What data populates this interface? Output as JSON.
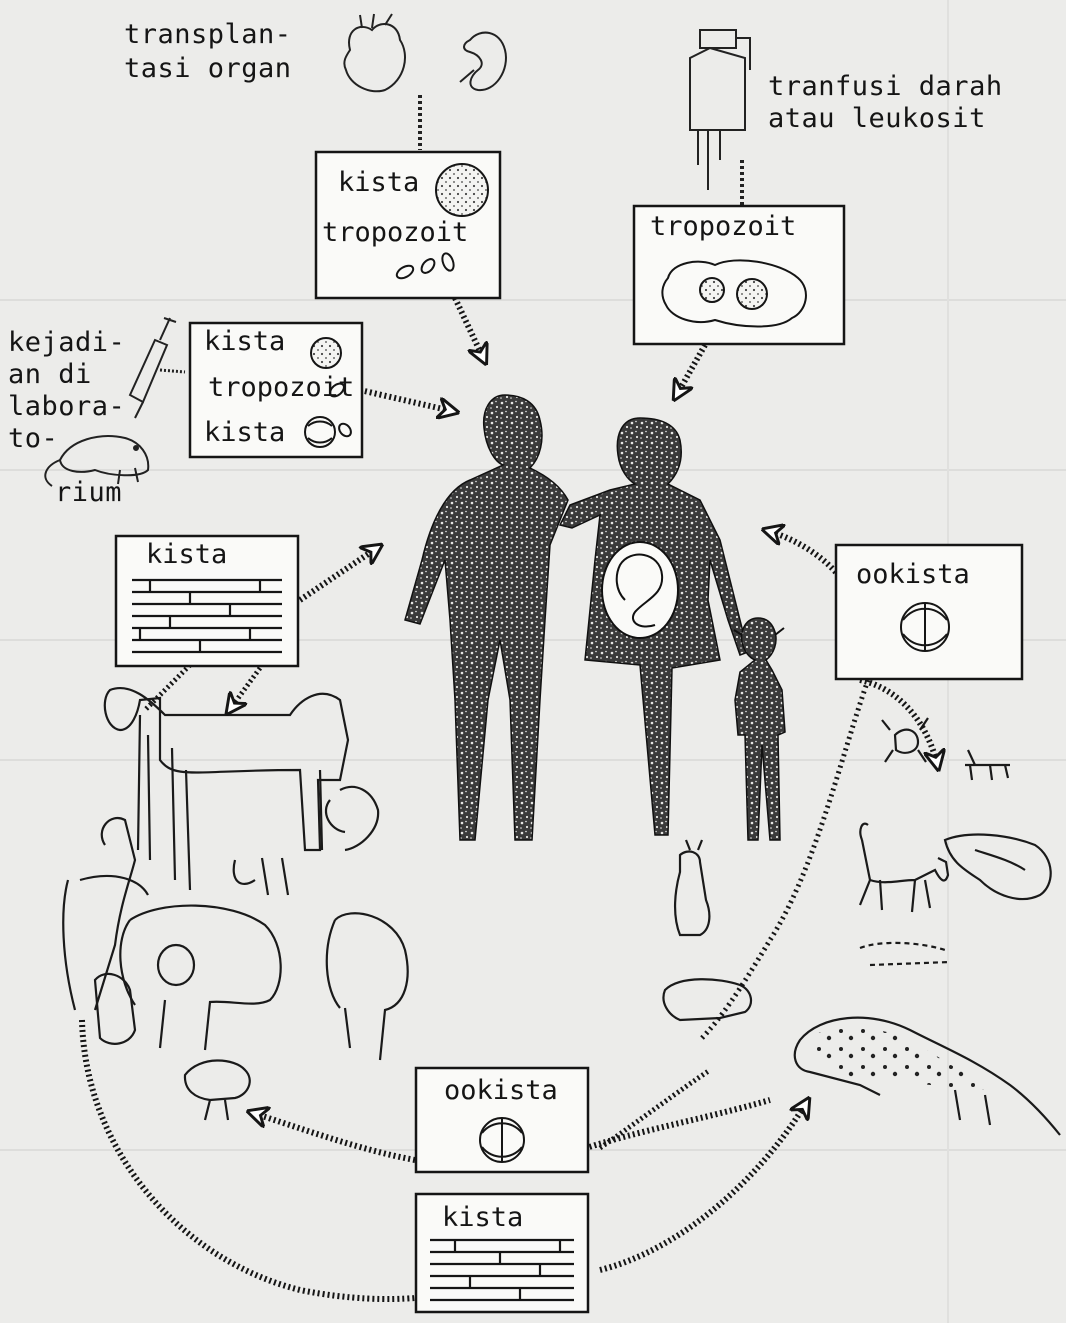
{
  "sources": {
    "organ_transplant": [
      "transplan-",
      "tasi organ"
    ],
    "transfusion": [
      "tranfusi darah",
      "atau leukosit"
    ],
    "laboratory": [
      "kejadi-",
      "an di",
      "labora-",
      "to-",
      "rium"
    ]
  },
  "boxes": {
    "organ": {
      "line1": "kista",
      "line2": "tropozoit"
    },
    "transfusion": {
      "line1": "tropozoit"
    },
    "laboratory": {
      "line1": "kista",
      "line2": "tropozoit",
      "line3": "kista"
    },
    "meat": {
      "line1": "kista"
    },
    "ookista_right": {
      "line1": "ookista"
    },
    "ookista_bottom": {
      "line1": "ookista"
    },
    "kista_bottom": {
      "line1": "kista"
    }
  }
}
